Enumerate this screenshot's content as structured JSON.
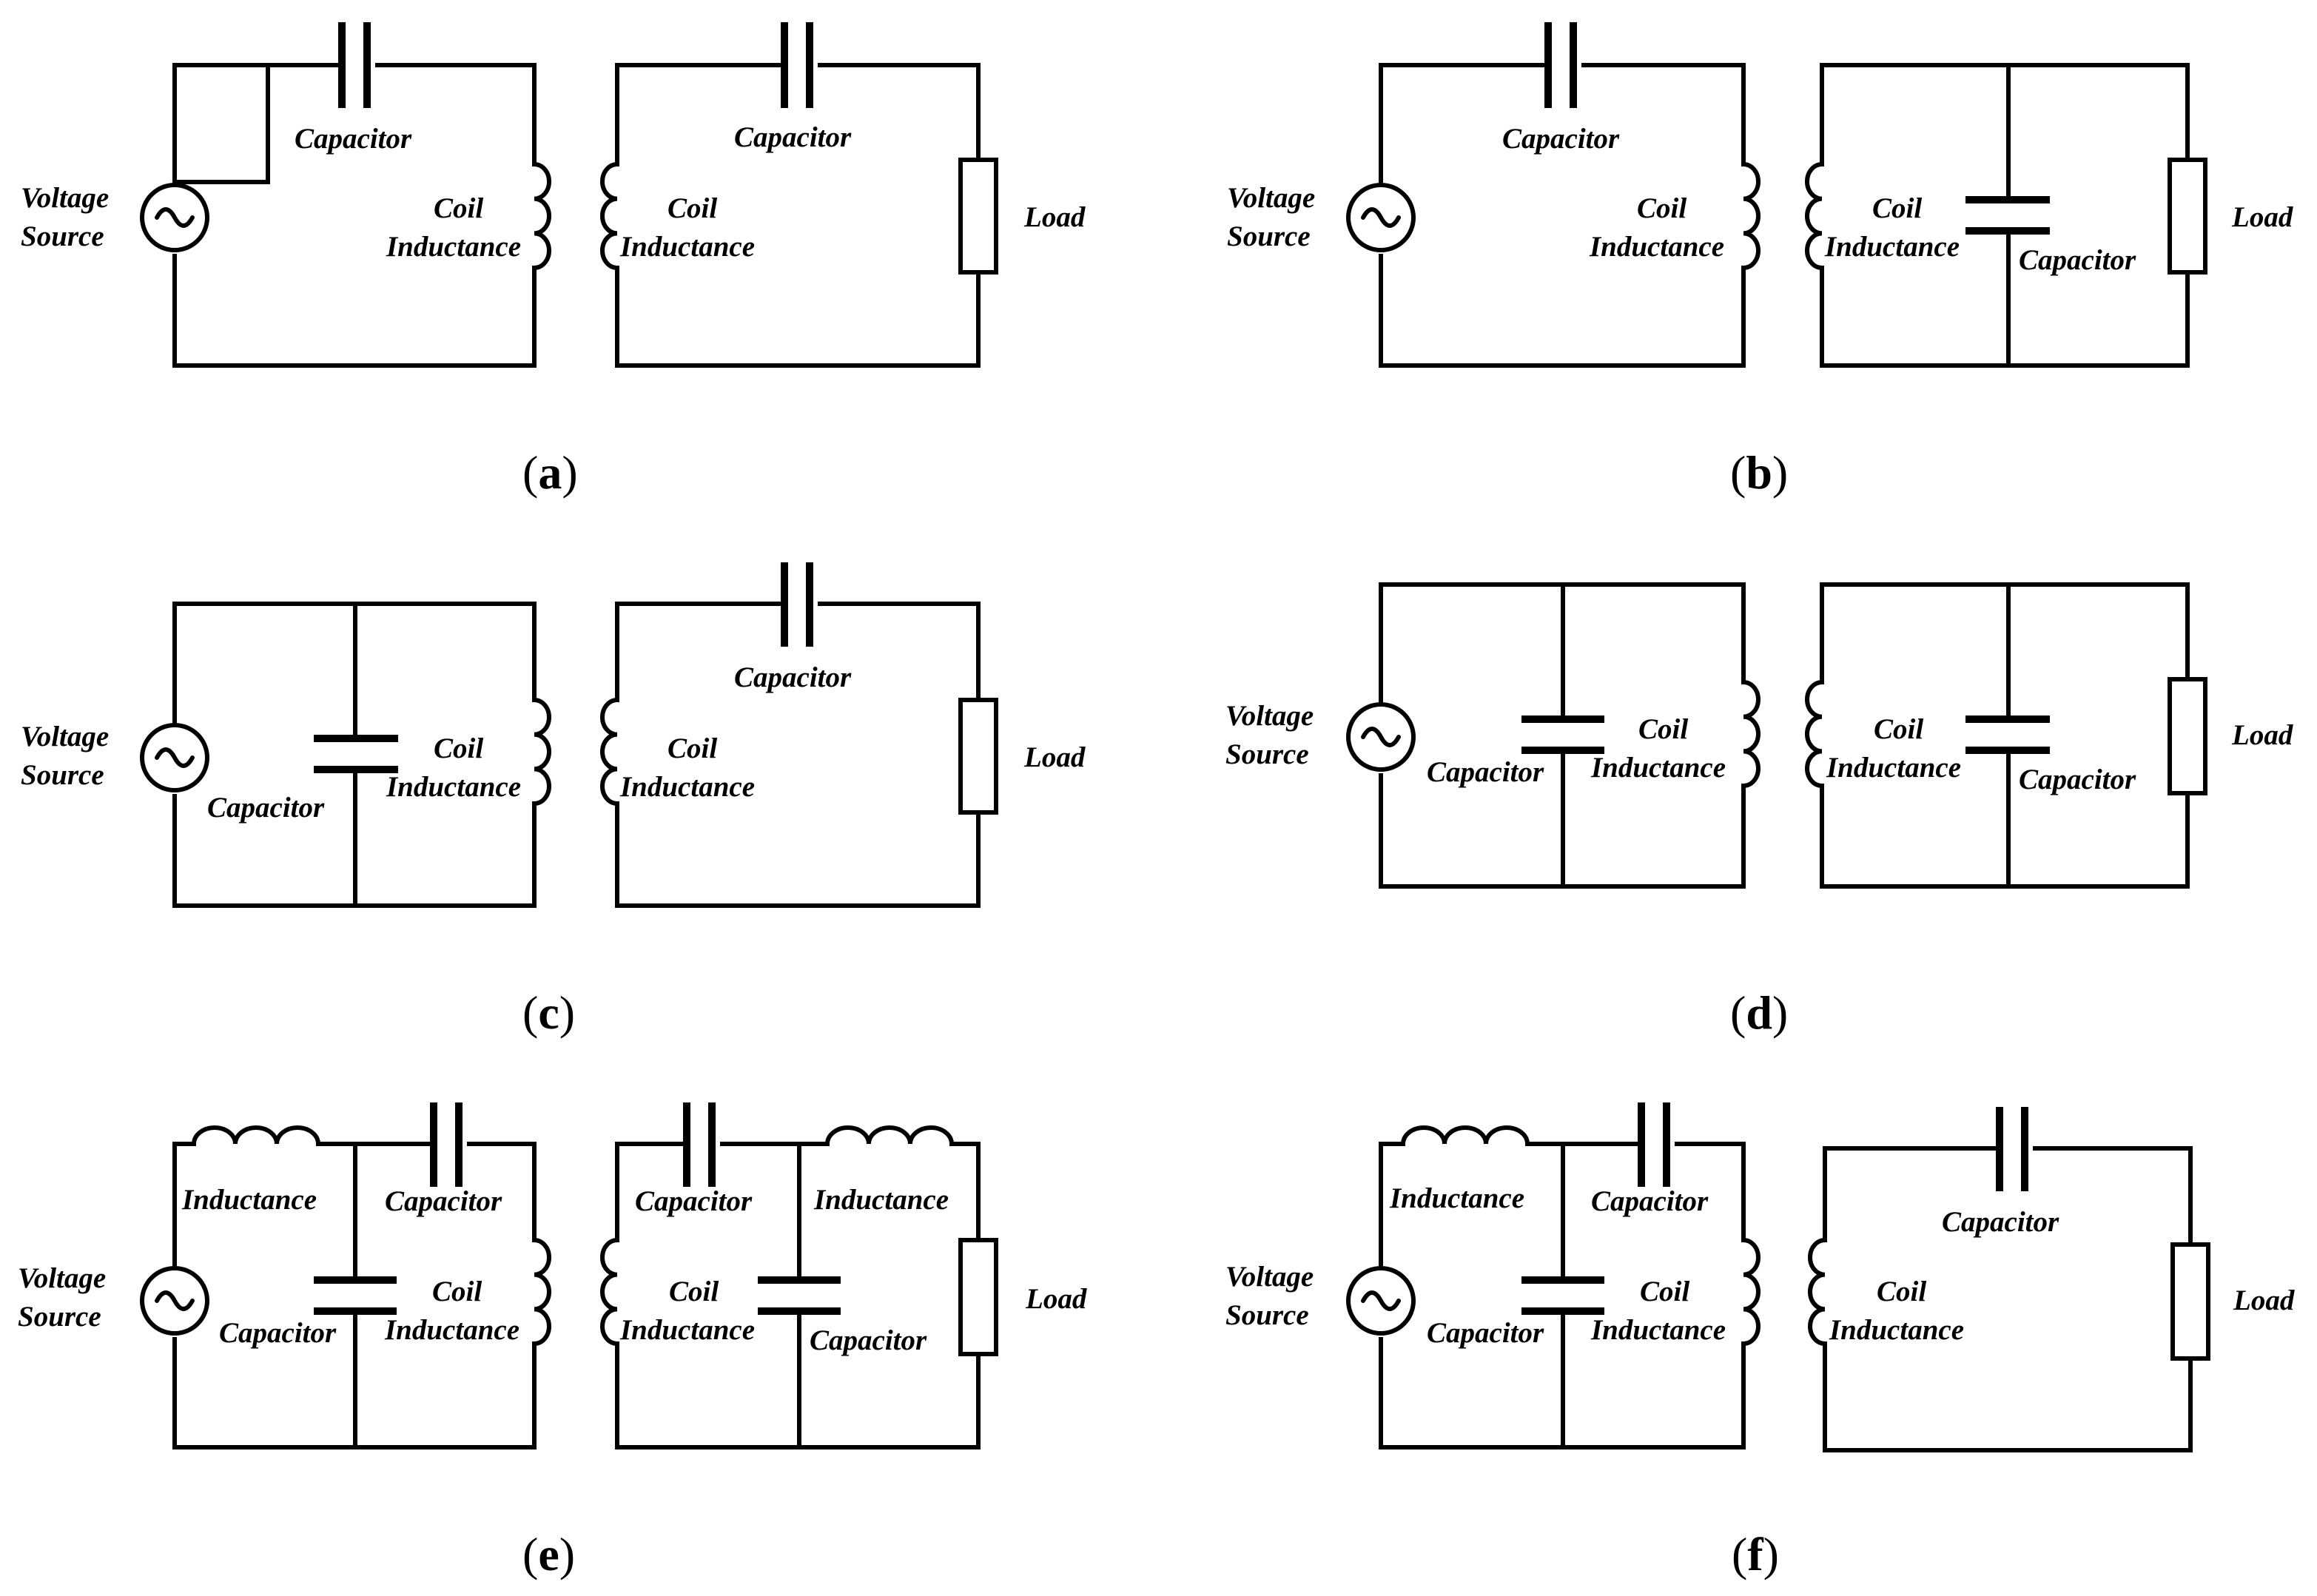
{
  "labels": {
    "voltage": "Voltage",
    "source": "Source",
    "capacitor": "Capacitor",
    "coil": "Coil",
    "inductance": "Inductance",
    "load": "Load"
  },
  "panels": [
    {
      "id": "a",
      "topology": "series-primary / series-secondary"
    },
    {
      "id": "b",
      "topology": "series-primary / parallel-secondary"
    },
    {
      "id": "c",
      "topology": "parallel-primary / series-secondary"
    },
    {
      "id": "d",
      "topology": "parallel-primary / parallel-secondary"
    },
    {
      "id": "e",
      "topology": "LCC-primary / LCC-secondary"
    },
    {
      "id": "f",
      "topology": "LCC-primary / series-secondary"
    }
  ],
  "colors": {
    "line": "#000000",
    "background": "#ffffff"
  }
}
